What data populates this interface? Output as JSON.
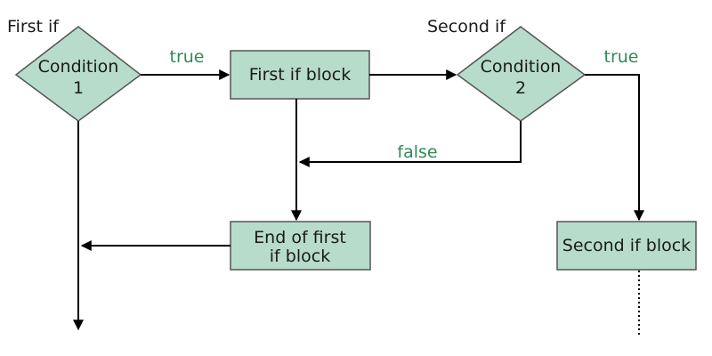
{
  "diagram": {
    "labels": {
      "first_if": "First if",
      "second_if": "Second if"
    },
    "nodes": {
      "condition1": [
        "Condition",
        "1"
      ],
      "first_if_block": "First if block",
      "condition2": [
        "Condition",
        "2"
      ],
      "end_first_if_block": [
        "End of first",
        "if block"
      ],
      "second_if_block": "Second if block"
    },
    "edges": {
      "true_1": "true",
      "true_2": "true",
      "false_2": "false"
    },
    "colors": {
      "node_fill": "#b7dccb",
      "edge_label": "#2e8b57"
    }
  }
}
